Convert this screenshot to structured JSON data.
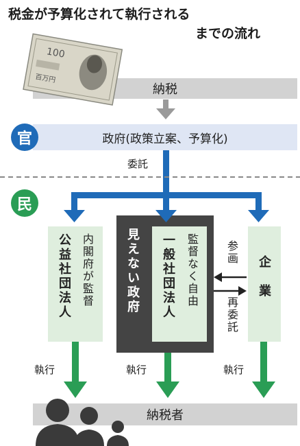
{
  "title": {
    "line1": "税金が予算化されて執行される",
    "line2": "までの流れ"
  },
  "banknote": {
    "denomination": "100",
    "text": "百万円"
  },
  "flow": {
    "nouzei": "納税",
    "gov_badge": "官",
    "gov_label": "政府(政策立案、予算化)",
    "itaku": "委託",
    "min_badge": "民",
    "koueki_note": "内閣府が監督",
    "koueki_name": "公益社団法人",
    "mienai": "見えない政府",
    "ippan_note": "監督なく自由",
    "ippan_name": "一般社団法人",
    "sankaku": "参画",
    "saiitaku": "再委託",
    "kigyou": "企業",
    "shikkou_1": "執行",
    "shikkou_2": "執行",
    "shikkou_3": "執行",
    "nouzeisha": "納税者"
  },
  "colors": {
    "blue": "#1f6bb8",
    "green": "#2a9d55",
    "gray_arrow": "#9a9a9a",
    "dark": "#444444",
    "light_blue": "#dfe6f4",
    "light_green": "#dfeede",
    "gray_band": "#d2d2d2"
  }
}
